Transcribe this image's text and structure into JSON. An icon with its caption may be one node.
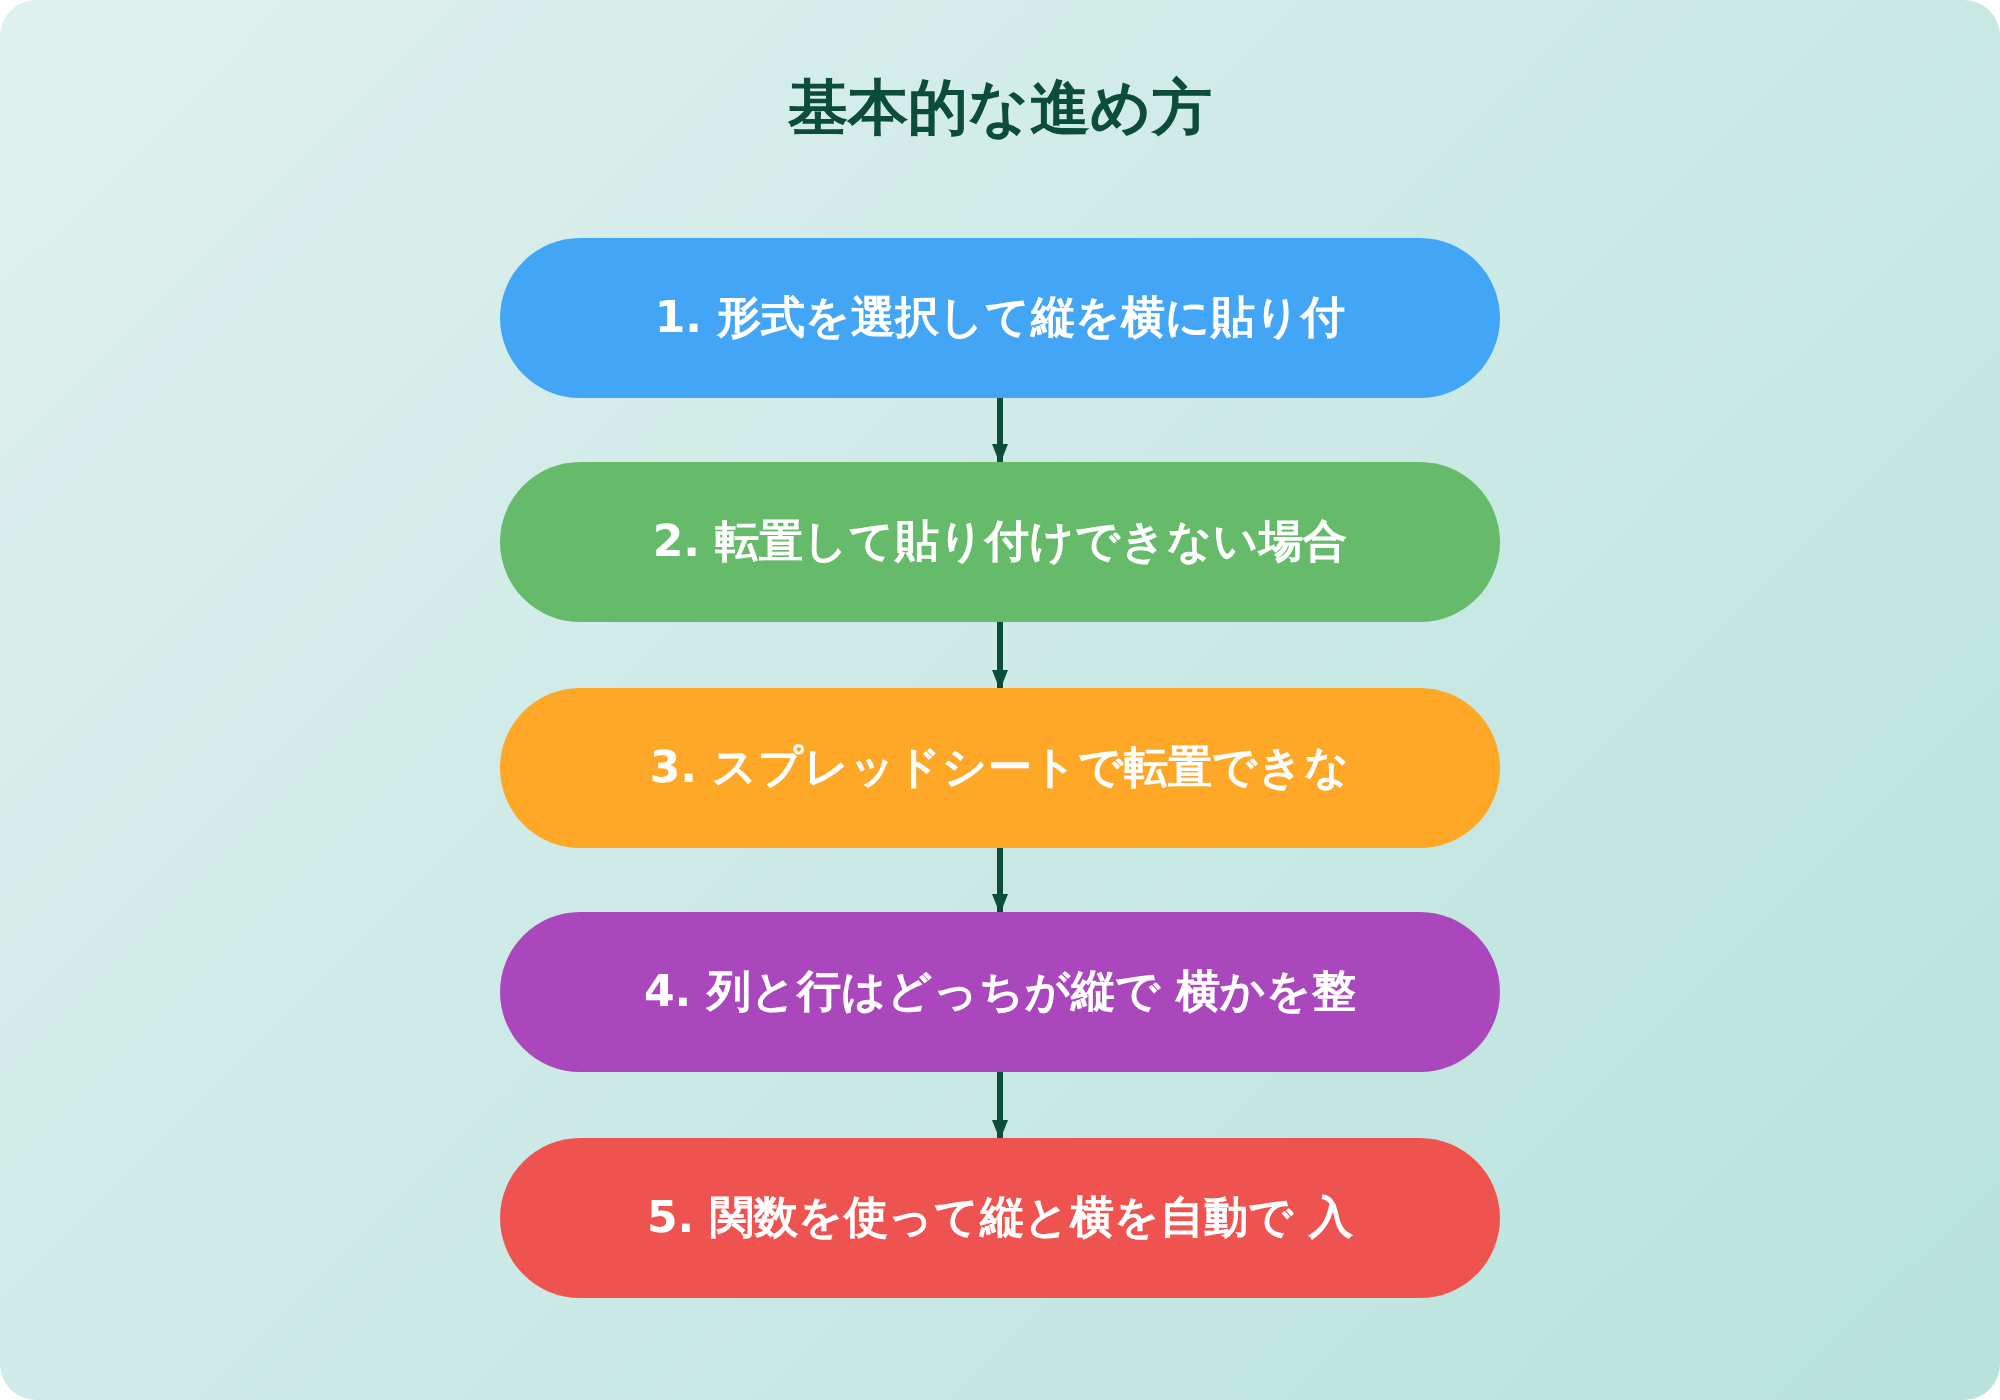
{
  "diagram": {
    "title": "基本的な進め方",
    "nodes": [
      {
        "text": [
          "1. 形式を選択して縦を横に貼り付"
        ]
      },
      {
        "text": [
          "2. 転置して貼り付けできない場合"
        ]
      },
      {
        "text": [
          "3. スプレッドシートで転置できな"
        ]
      },
      {
        "text": [
          "4. 列と行はどっちが縦で 横かを整"
        ]
      },
      {
        "text": [
          "5. 関数を使って縦と横を自動で 入"
        ]
      }
    ],
    "edges": [
      {
        "from": 0,
        "to": 1,
        "arrow": "to"
      },
      {
        "from": 1,
        "to": 2,
        "arrow": "to"
      },
      {
        "from": 2,
        "to": 3,
        "arrow": "to"
      },
      {
        "from": 3,
        "to": 4,
        "arrow": "to"
      }
    ]
  }
}
